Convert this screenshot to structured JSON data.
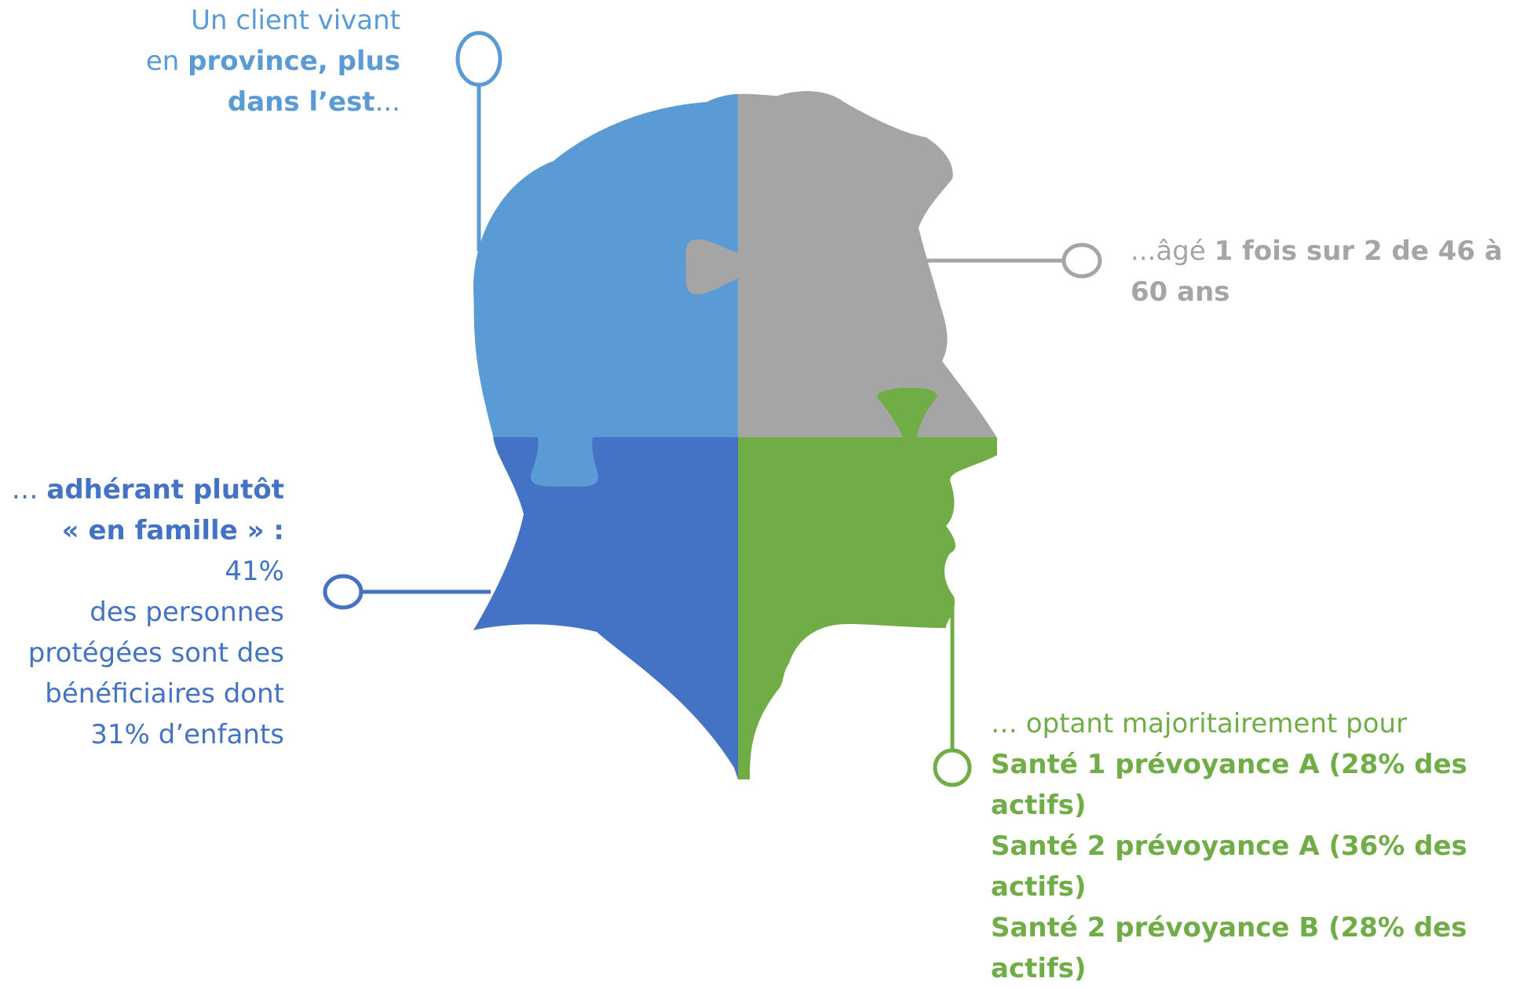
{
  "colors": {
    "top_left": "#5b9bd5",
    "top_right": "#a5a5a5",
    "bottom_left": "#4472c4",
    "bottom_right": "#70ad47"
  },
  "callouts": {
    "top": {
      "l1": "Un client vivant",
      "l2a": "en ",
      "l2b": "province, plus",
      "l3a": "dans l’est",
      "l3b": "..."
    },
    "right": {
      "l1a": "...âgé ",
      "l1b": "1 fois sur 2 de 46 à",
      "l2": "60 ans"
    },
    "left": {
      "l1a": "… ",
      "l1b": "adhérant plutôt",
      "l2a": "« en famille » :",
      "l2b": " 41%",
      "l3": "des personnes",
      "l4": "protégées sont des",
      "l5": "bénéficiaires dont",
      "l6": "31% d’enfants"
    },
    "bottom": {
      "l1": "… optant majoritairement pour",
      "l2": "Santé 1 prévoyance A (28% des actifs)",
      "l3": "Santé 2 prévoyance A (36% des actifs)",
      "l4": "Santé 2 prévoyance B (28% des actifs)"
    }
  }
}
